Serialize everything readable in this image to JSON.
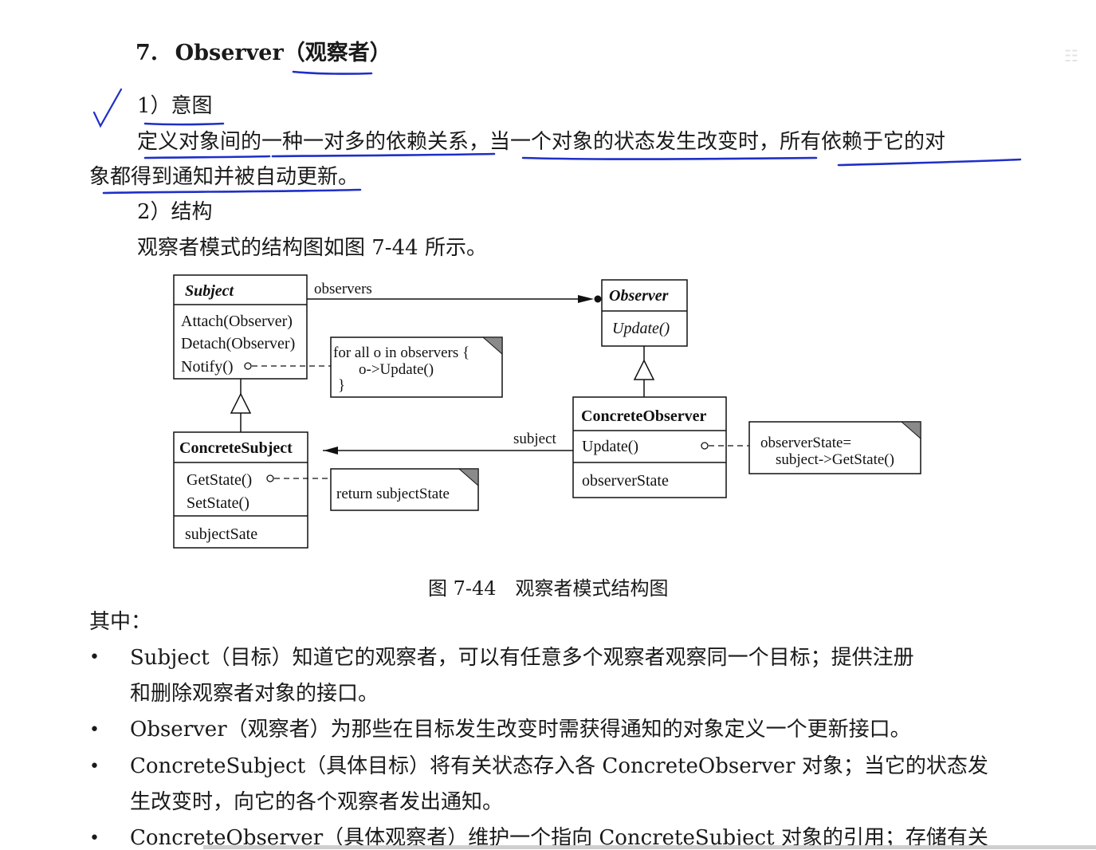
{
  "heading": {
    "number": "7.",
    "title": "Observer（观察者）"
  },
  "intent": {
    "label": "1）意图",
    "line1": "定义对象间的一种一对多的依赖关系，当一个对象的状态发生改变时，所有依赖于它的对",
    "line2": "象都得到通知并被自动更新。"
  },
  "structure": {
    "label": "2）结构",
    "intro": "观察者模式的结构图如图 7-44 所示。"
  },
  "diagram": {
    "subject": {
      "name": "Subject",
      "ops": [
        "Attach(Observer)",
        "Detach(Observer)",
        "Notify()"
      ]
    },
    "observer": {
      "name": "Observer",
      "ops": [
        "Update()"
      ]
    },
    "concrete_subject": {
      "name": "ConcreteSubject",
      "ops": [
        "GetState()",
        "SetState()"
      ],
      "attrs": [
        "subjectSate"
      ]
    },
    "concrete_observer": {
      "name": "ConcreteObserver",
      "ops": [
        "Update()"
      ],
      "attrs": [
        "observerState"
      ]
    },
    "assoc_observers": "observers",
    "assoc_subject": "subject",
    "note_notify": [
      "for all o in observers {",
      "o->Update()",
      "}"
    ],
    "note_getstate": "return subjectState",
    "note_update": [
      "observerState=",
      "subject->GetState()"
    ]
  },
  "caption": "图 7-44　观察者模式结构图",
  "among": "其中：",
  "bullets": [
    {
      "line1": "Subject（目标）知道它的观察者，可以有任意多个观察者观察同一个目标；提供注册",
      "line2": "和删除观察者对象的接口。"
    },
    {
      "line1": "Observer（观察者）为那些在目标发生改变时需获得通知的对象定义一个更新接口。",
      "line2": ""
    },
    {
      "line1": "ConcreteSubject（具体目标）将有关状态存入各 ConcreteObserver 对象；当它的状态发",
      "line2": "生改变时，向它的各个观察者发出通知。"
    },
    {
      "line1": "ConcreteObserver（具体观察者）维护一个指向 ConcreteSubject 对象的引用；存储有关",
      "line2": ""
    }
  ],
  "bullet_symbol": "•",
  "colors": {
    "ink_annotation": "#1f2fc8",
    "text": "#1a1a1a"
  }
}
